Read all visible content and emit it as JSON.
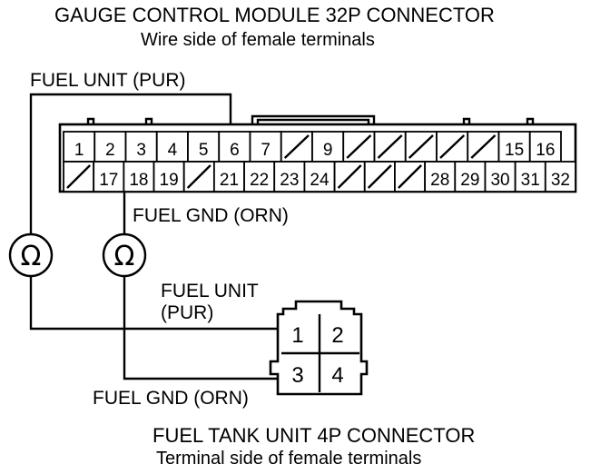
{
  "gcm_connector": {
    "title": "GAUGE CONTROL MODULE 32P CONNECTOR",
    "subtitle": "Wire side of female terminals",
    "row1": [
      "1",
      "2",
      "3",
      "4",
      "5",
      "6",
      "7",
      "",
      "9",
      "",
      "",
      "",
      "",
      "",
      "15",
      "16"
    ],
    "row2": [
      "",
      "17",
      "18",
      "19",
      "",
      "21",
      "22",
      "23",
      "24",
      "",
      "",
      "",
      "28",
      "29",
      "30",
      "31",
      "32"
    ]
  },
  "labels": {
    "fuel_unit_top": "FUEL UNIT (PUR)",
    "fuel_gnd_top": "FUEL GND (ORN)",
    "fuel_unit_line1": "FUEL UNIT",
    "fuel_unit_line2": "(PUR)",
    "fuel_gnd_bottom": "FUEL GND (ORN)"
  },
  "meters": {
    "symbol": "Ω"
  },
  "tank_connector": {
    "title": "FUEL TANK UNIT 4P CONNECTOR",
    "subtitle": "Terminal side of female terminals",
    "terminals": [
      "1",
      "2",
      "3",
      "4"
    ]
  },
  "icons": [
    "ohmmeter-icon",
    "ohmmeter-icon"
  ]
}
